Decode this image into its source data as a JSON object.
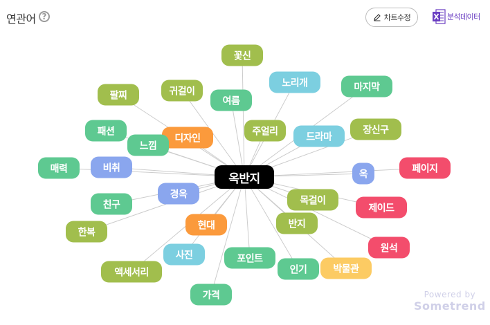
{
  "header": {
    "title": "연관어",
    "help_icon": "?",
    "edit_label": "차트수정",
    "data_label": "분석데이터"
  },
  "colors": {
    "olive": "#a1be4d",
    "teal": "#5ec991",
    "sky": "#7ccfe0",
    "blue": "#8aa6ee",
    "orange": "#fb9a3c",
    "pink": "#f34d6c",
    "yellow": "#fccb63",
    "center": "#000000",
    "edge": "#cccccc"
  },
  "center": {
    "label": "옥반지"
  },
  "keywords": [
    {
      "label": "꽃신",
      "color": "olive"
    },
    {
      "label": "노리개",
      "color": "sky"
    },
    {
      "label": "마지막",
      "color": "teal"
    },
    {
      "label": "팔찌",
      "color": "olive"
    },
    {
      "label": "귀걸이",
      "color": "olive"
    },
    {
      "label": "여름",
      "color": "teal"
    },
    {
      "label": "패션",
      "color": "teal"
    },
    {
      "label": "디자인",
      "color": "orange"
    },
    {
      "label": "주얼리",
      "color": "olive"
    },
    {
      "label": "드라마",
      "color": "sky"
    },
    {
      "label": "장신구",
      "color": "olive"
    },
    {
      "label": "느낌",
      "color": "teal"
    },
    {
      "label": "매력",
      "color": "teal"
    },
    {
      "label": "비취",
      "color": "blue"
    },
    {
      "label": "옥",
      "color": "blue"
    },
    {
      "label": "페이지",
      "color": "pink"
    },
    {
      "label": "경옥",
      "color": "blue"
    },
    {
      "label": "친구",
      "color": "teal"
    },
    {
      "label": "목걸이",
      "color": "olive"
    },
    {
      "label": "제이드",
      "color": "pink"
    },
    {
      "label": "현대",
      "color": "orange"
    },
    {
      "label": "반지",
      "color": "olive"
    },
    {
      "label": "한복",
      "color": "olive"
    },
    {
      "label": "원석",
      "color": "pink"
    },
    {
      "label": "사진",
      "color": "sky"
    },
    {
      "label": "포인트",
      "color": "teal"
    },
    {
      "label": "인기",
      "color": "teal"
    },
    {
      "label": "박물관",
      "color": "yellow"
    },
    {
      "label": "액세서리",
      "color": "olive"
    },
    {
      "label": "가격",
      "color": "teal"
    }
  ],
  "watermark": {
    "powered": "Powered by",
    "brand": "Sometrend"
  }
}
